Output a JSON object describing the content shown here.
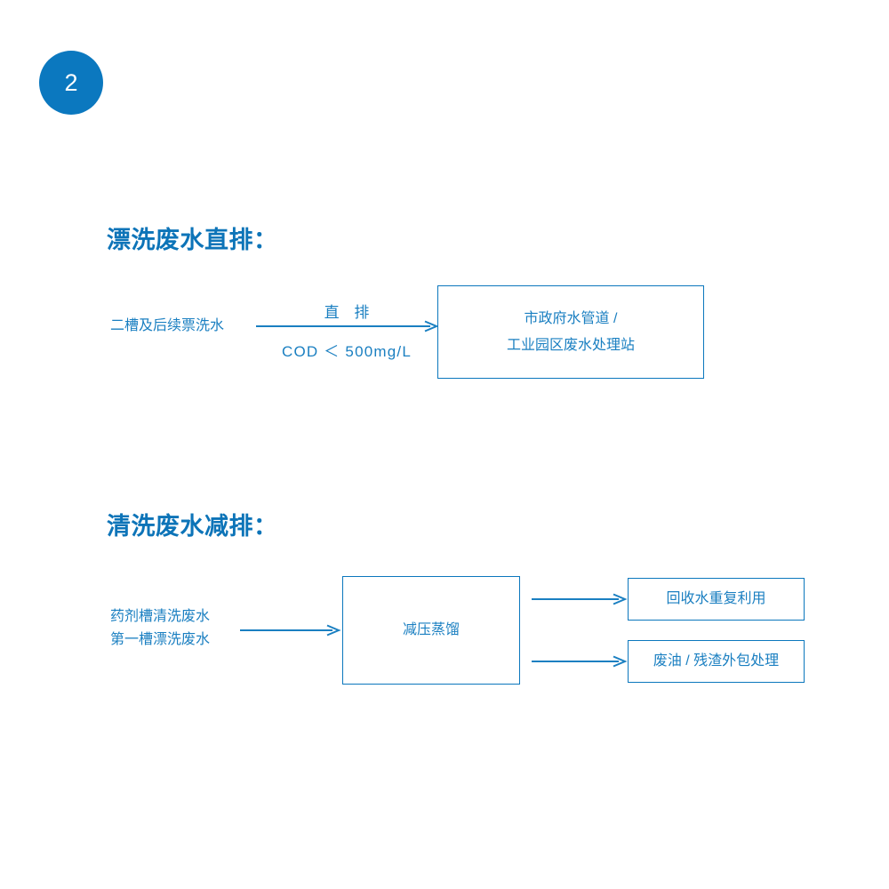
{
  "step": {
    "number": "2"
  },
  "sections": [
    {
      "heading": "漂洗废水直排：",
      "source_label": "二槽及后续票洗水",
      "arrow_label_top": "直 排",
      "arrow_label_bottom": "COD ＜ 500mg/L",
      "destination_box": {
        "line1": "市政府水管道 /",
        "line2": "工业园区废水处理站"
      }
    },
    {
      "heading": "清洗废水减排：",
      "source_label_line1": "药剂槽清洗废水",
      "source_label_line2": "第一槽漂洗废水",
      "process_box": "减压蒸馏",
      "outputs": [
        "回收水重复利用",
        "废油 / 残渣外包处理"
      ]
    }
  ],
  "colors": {
    "badge_fill": "#0b78bf",
    "heading_blue": "#0d74b8",
    "body_blue": "#1a7fc1",
    "border_blue": "#0b77bd",
    "background": "#ffffff"
  },
  "icons": {
    "arrow_right": "arrow-right-icon"
  }
}
